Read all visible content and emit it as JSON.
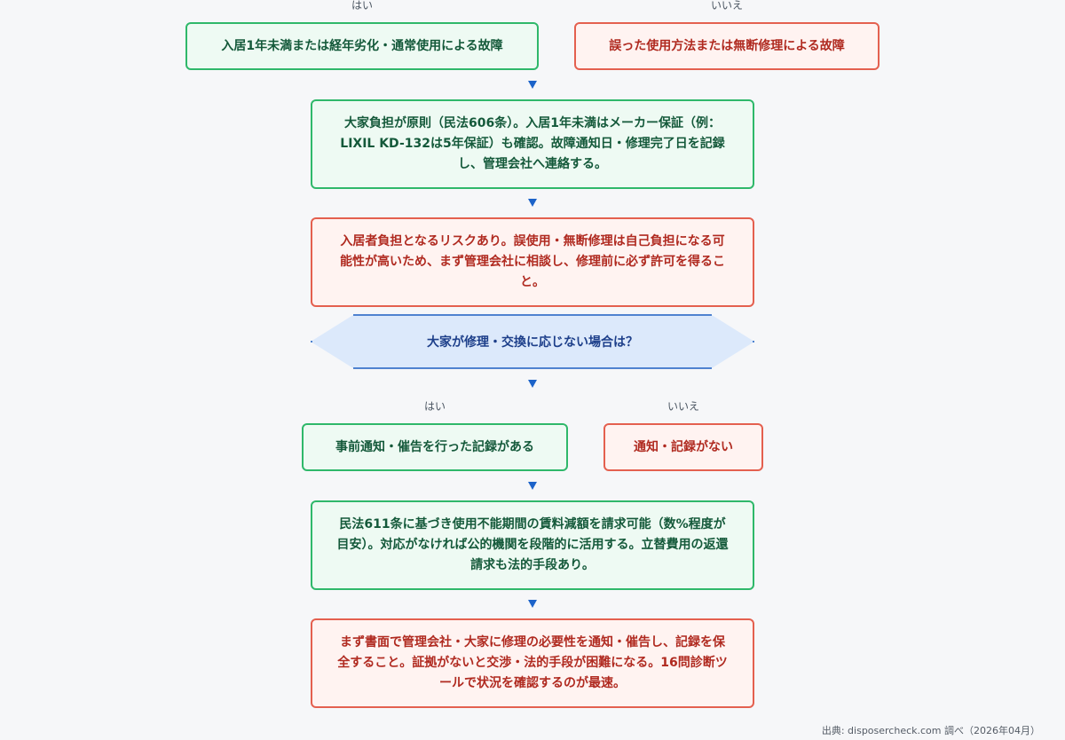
{
  "branch1": {
    "yes_label": "はい",
    "no_label": "いいえ",
    "yes_box": "入居1年未満または経年劣化・通常使用による故障",
    "no_box": "誤った使用方法または無断修理による故障"
  },
  "result1_text": "大家負担が原則（民法606条）。入居1年未満はメーカー保証（例：LIXIL KD-132は5年保証）も確認。故障通知日・修理完了日を記録し、管理会社へ連絡する。",
  "result2_text": "入居者負担となるリスクあり。誤使用・無断修理は自己負担になる可能性が高いため、まず管理会社に相談し、修理前に必ず許可を得ること。",
  "decision_text": "大家が修理・交換に応じない場合は？",
  "branch2": {
    "yes_label": "はい",
    "no_label": "いいえ",
    "yes_box": "事前通知・催告を行った記録がある",
    "no_box": "通知・記録がない"
  },
  "result3_text": "民法611条に基づき使用不能期間の賃料減額を請求可能（数%程度が目安）。対応がなければ公的機関を段階的に活用する。立替費用の返還請求も法的手段あり。",
  "result4_text": "まず書面で管理会社・大家に修理の必要性を通知・催告し、記録を保全すること。証拠がないと交渉・法的手段が困難になる。16問診断ツールで状況を確認するのが最速。",
  "source_text": "出典: disposercheck.com 調べ（2026年04月）",
  "colors": {
    "green_border": "#2fb86a",
    "green_fill": "#eefaf3",
    "red_border": "#e4604f",
    "red_fill": "#fff3f1",
    "arrow": "#1c63c9",
    "decision_border": "#1c5fc2",
    "decision_fill": "#dce9fb"
  }
}
